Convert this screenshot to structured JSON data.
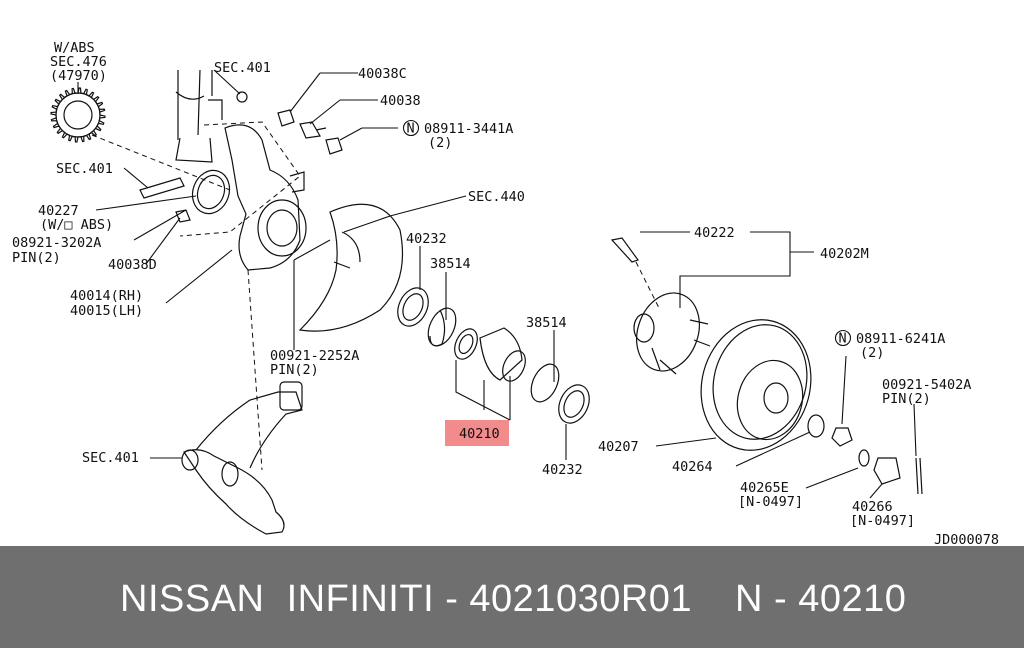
{
  "labels": {
    "w_abs": "W/ABS",
    "sec476": "SEC.476",
    "p47970": "(47970)",
    "sec401_top": "SEC.401",
    "p40038c": "40038C",
    "p40038": "40038",
    "n_08911_3441a": "08911-3441A",
    "qty_2a": "(2)",
    "sec401_left": "SEC.401",
    "p40227": "40227",
    "w_o_abs": "(W/□ ABS)",
    "p08921_3202a": "08921-3202A",
    "pin2_a": "PIN(2)",
    "p40038d": "40038D",
    "sec440": "SEC.440",
    "p40232_top": "40232",
    "p38514_top": "38514",
    "p40014": "40014(RH)",
    "p40015": "40015(LH)",
    "p38514_right": "38514",
    "p00921_2252a": "00921-2252A",
    "pin2_b": "PIN(2)",
    "p40210": "40210",
    "p40232_bottom": "40232",
    "sec401_bottom": "SEC.401",
    "p40222": "40222",
    "p40202m": "40202M",
    "n_08911_6241a": "08911-6241A",
    "qty_2b": "(2)",
    "p00921_5402a": "00921-5402A",
    "pin2_c": "PIN(2)",
    "p40207": "40207",
    "p40264": "40264",
    "p40265e": "40265E",
    "range_1": "[N-0497]",
    "p40266": "40266",
    "range_2": "[N-0497]",
    "ref_code": "JD000078",
    "circled_n": "N"
  },
  "footer": {
    "left_text": "NISSAN  INFINITI - 4021030R01",
    "right_text": "N - 40210"
  },
  "colors": {
    "highlight": "#f28b8b",
    "footer_bg": "#6f6f6f"
  }
}
